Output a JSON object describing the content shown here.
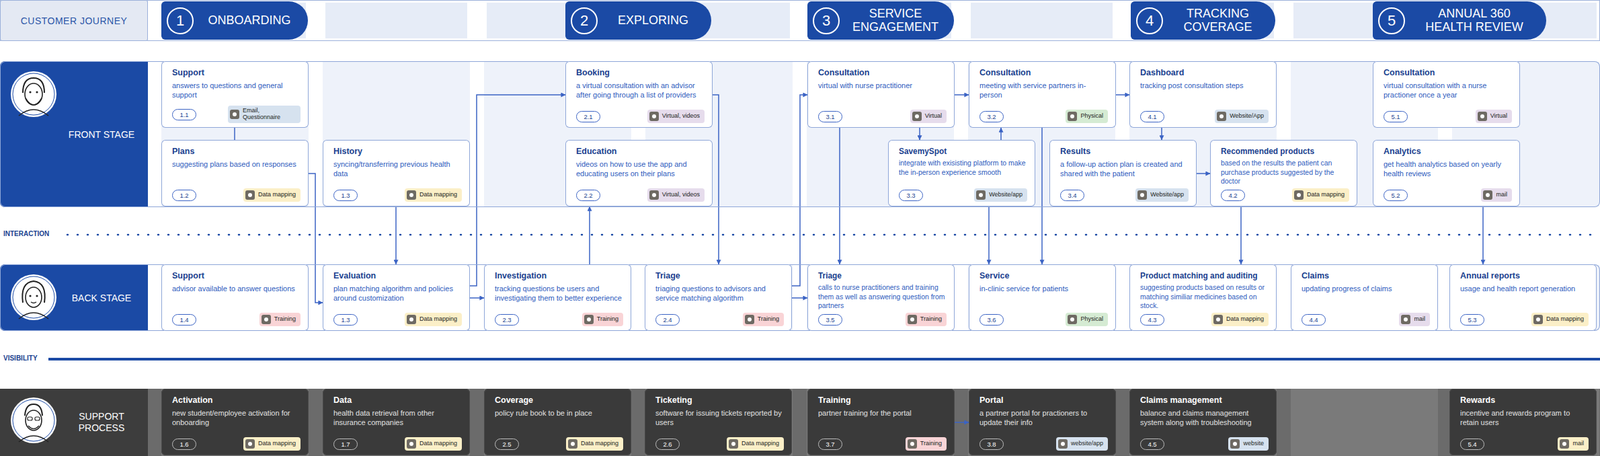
{
  "diagram": {
    "nodes": [
      {
        "text": [
          "CUSTOMER JOURNEY"
        ]
      },
      {
        "text": [
          "1",
          "ONBOARDING"
        ]
      },
      {
        "text": [
          "2",
          "EXPLORING"
        ]
      },
      {
        "text": [
          "3",
          "SERVICE ENGAGEMENT"
        ]
      },
      {
        "text": [
          "4",
          "TRACKING COVERAGE"
        ]
      },
      {
        "text": [
          "5",
          "ANNUAL 360 HEALTH REVIEW"
        ]
      },
      {
        "text": [
          "FRONT STAGE"
        ]
      },
      {
        "text": [
          "Support",
          "answers to questions and general support",
          "1.1",
          "Email, Questionnaire"
        ],
        "in": 6
      },
      {
        "text": [
          "Plans",
          "suggesting plans based on responses",
          "1.2",
          "Data mapping"
        ],
        "in": 6
      },
      {
        "text": [
          "History",
          "syncing/transferring previous health data",
          "1.3",
          "Data mapping"
        ],
        "in": 6
      },
      {
        "text": [
          "Booking",
          "a virtual consultation with an advisor after going through a list of providers",
          "2.1",
          "Virtual, videos"
        ],
        "in": 6
      },
      {
        "text": [
          "Education",
          "videos on how to use the app and educating users on their plans",
          "2.2",
          "Virtual, videos"
        ],
        "in": 6
      },
      {
        "text": [
          "Consultation",
          "virtual with nurse practitioner",
          "3.1",
          "Virtual"
        ],
        "in": 6
      },
      {
        "text": [
          "Consultation",
          "meeting with service partners in-person",
          "3.2",
          "Physical"
        ],
        "in": 6
      },
      {
        "text": [
          "SavemySpot",
          "integrate with exisisting platform to make the in-person experience smooth",
          "3.3",
          "Website/app"
        ],
        "in": 6
      },
      {
        "text": [
          "Dashboard",
          "tracking post consultation steps",
          "4.1",
          "Website/App"
        ],
        "in": 6
      },
      {
        "text": [
          "Results",
          "a follow-up action plan is created and shared with the patient",
          "3.4",
          "Website/app"
        ],
        "in": 6
      },
      {
        "text": [
          "Recommended products",
          "based on the results the patient can purchase products suggested by the doctor",
          "4.2",
          "Data mapping"
        ],
        "in": 6
      },
      {
        "text": [
          "Consultation",
          "virtual consultation with a nurse practioner once a year",
          "5.1",
          "Virtual"
        ],
        "in": 6
      },
      {
        "text": [
          "Analytics",
          "get health analytics based on yearly health reviews",
          "5.2",
          "mail"
        ],
        "in": 6
      },
      {
        "text": [
          "BACK STAGE"
        ]
      },
      {
        "text": [
          "Support",
          "advisor available to answer questions",
          "1.4",
          "Training"
        ],
        "in": 20
      },
      {
        "text": [
          "Evaluation",
          "plan matching algorithm and policies around customization",
          "1.3",
          "Data mapping"
        ],
        "in": 20
      },
      {
        "text": [
          "Investigation",
          "tracking questions be users and investigating them to better experience",
          "2.3",
          "Training"
        ],
        "in": 20
      },
      {
        "text": [
          "Triage",
          "triaging questions to advisors and service matching algorithm",
          "2.4",
          "Training"
        ],
        "in": 20
      },
      {
        "text": [
          "Triage",
          "calls to nurse practitioners and training them as well as answering question from partners",
          "3.5",
          "Training"
        ],
        "in": 20
      },
      {
        "text": [
          "Service",
          "in-clinic service for patients",
          "3.6",
          "Physical"
        ],
        "in": 20
      },
      {
        "text": [
          "Product matching and auditing",
          "suggesting products based on results or matching similiar medicines based on stock.",
          "4.3",
          "Data mapping"
        ],
        "in": 20
      },
      {
        "text": [
          "Claims",
          "updating progress of claims",
          "4.4",
          "mail"
        ],
        "in": 20
      },
      {
        "text": [
          "Annual reports",
          "usage and health report generation",
          "5.3",
          "Data mapping"
        ],
        "in": 20
      },
      {
        "text": [
          "SUPPORT PROCESS"
        ]
      },
      {
        "text": [
          "Activation",
          "new student/employee activation for onboarding",
          "1.6",
          "Data mapping"
        ],
        "in": 30
      },
      {
        "text": [
          "Data",
          "health data retrieval from other insurance companies",
          "1.7",
          "Data mapping"
        ],
        "in": 30
      },
      {
        "text": [
          "Coverage",
          "policy rule book to be in place",
          "2.5",
          "Data mapping"
        ],
        "in": 30
      },
      {
        "text": [
          "Ticketing",
          "software for issuing tickets reported by users",
          "2.6",
          "Data mapping"
        ],
        "in": 30
      },
      {
        "text": [
          "Training",
          "partner training for the portal",
          "3.7",
          "Training"
        ],
        "in": 30
      },
      {
        "text": [
          "Portal",
          "a partner portal for practioners to update their info",
          "3.8",
          "website/app"
        ],
        "in": 30
      },
      {
        "text": [
          "Claims management",
          "balance and claims management system along with troubleshooting",
          "4.5",
          "website"
        ],
        "in": 30
      },
      {
        "text": [
          "Rewards",
          "incentive and rewards program to retain users",
          "5.4",
          "mail"
        ],
        "in": 30
      }
    ],
    "edges": [
      {
        "from": 7,
        "to": 8,
        "arrow": "none"
      },
      {
        "from": 8,
        "to": 22,
        "arrow": "to"
      },
      {
        "from": 9,
        "to": 22,
        "arrow": "to"
      },
      {
        "from": 22,
        "to": 23,
        "arrow": "to"
      },
      {
        "from": 22,
        "to": 10,
        "arrow": "to"
      },
      {
        "from": 23,
        "to": 11,
        "arrow": "to"
      },
      {
        "from": 10,
        "to": 24,
        "arrow": "to"
      },
      {
        "from": 24,
        "to": 25,
        "arrow": "to"
      },
      {
        "from": 24,
        "to": 12,
        "arrow": "to"
      },
      {
        "from": 12,
        "to": 25,
        "arrow": "to"
      },
      {
        "from": 12,
        "to": 13,
        "arrow": "to"
      },
      {
        "from": 12,
        "to": 14,
        "arrow": "to"
      },
      {
        "from": 14,
        "to": 13,
        "arrow": "to"
      },
      {
        "from": 14,
        "to": 26,
        "arrow": "to"
      },
      {
        "from": 13,
        "to": 26,
        "arrow": "to"
      },
      {
        "from": 13,
        "to": 15,
        "arrow": "to"
      },
      {
        "from": 15,
        "to": 16,
        "arrow": "to"
      },
      {
        "from": 16,
        "to": 17,
        "arrow": "to"
      },
      {
        "from": 17,
        "to": 27,
        "arrow": "to"
      },
      {
        "from": 19,
        "to": 29,
        "arrow": "to"
      },
      {
        "from": 35,
        "to": 36,
        "arrow": "to"
      }
    ],
    "labels": [
      "INTERACTION",
      "VISIBILITY"
    ]
  }
}
